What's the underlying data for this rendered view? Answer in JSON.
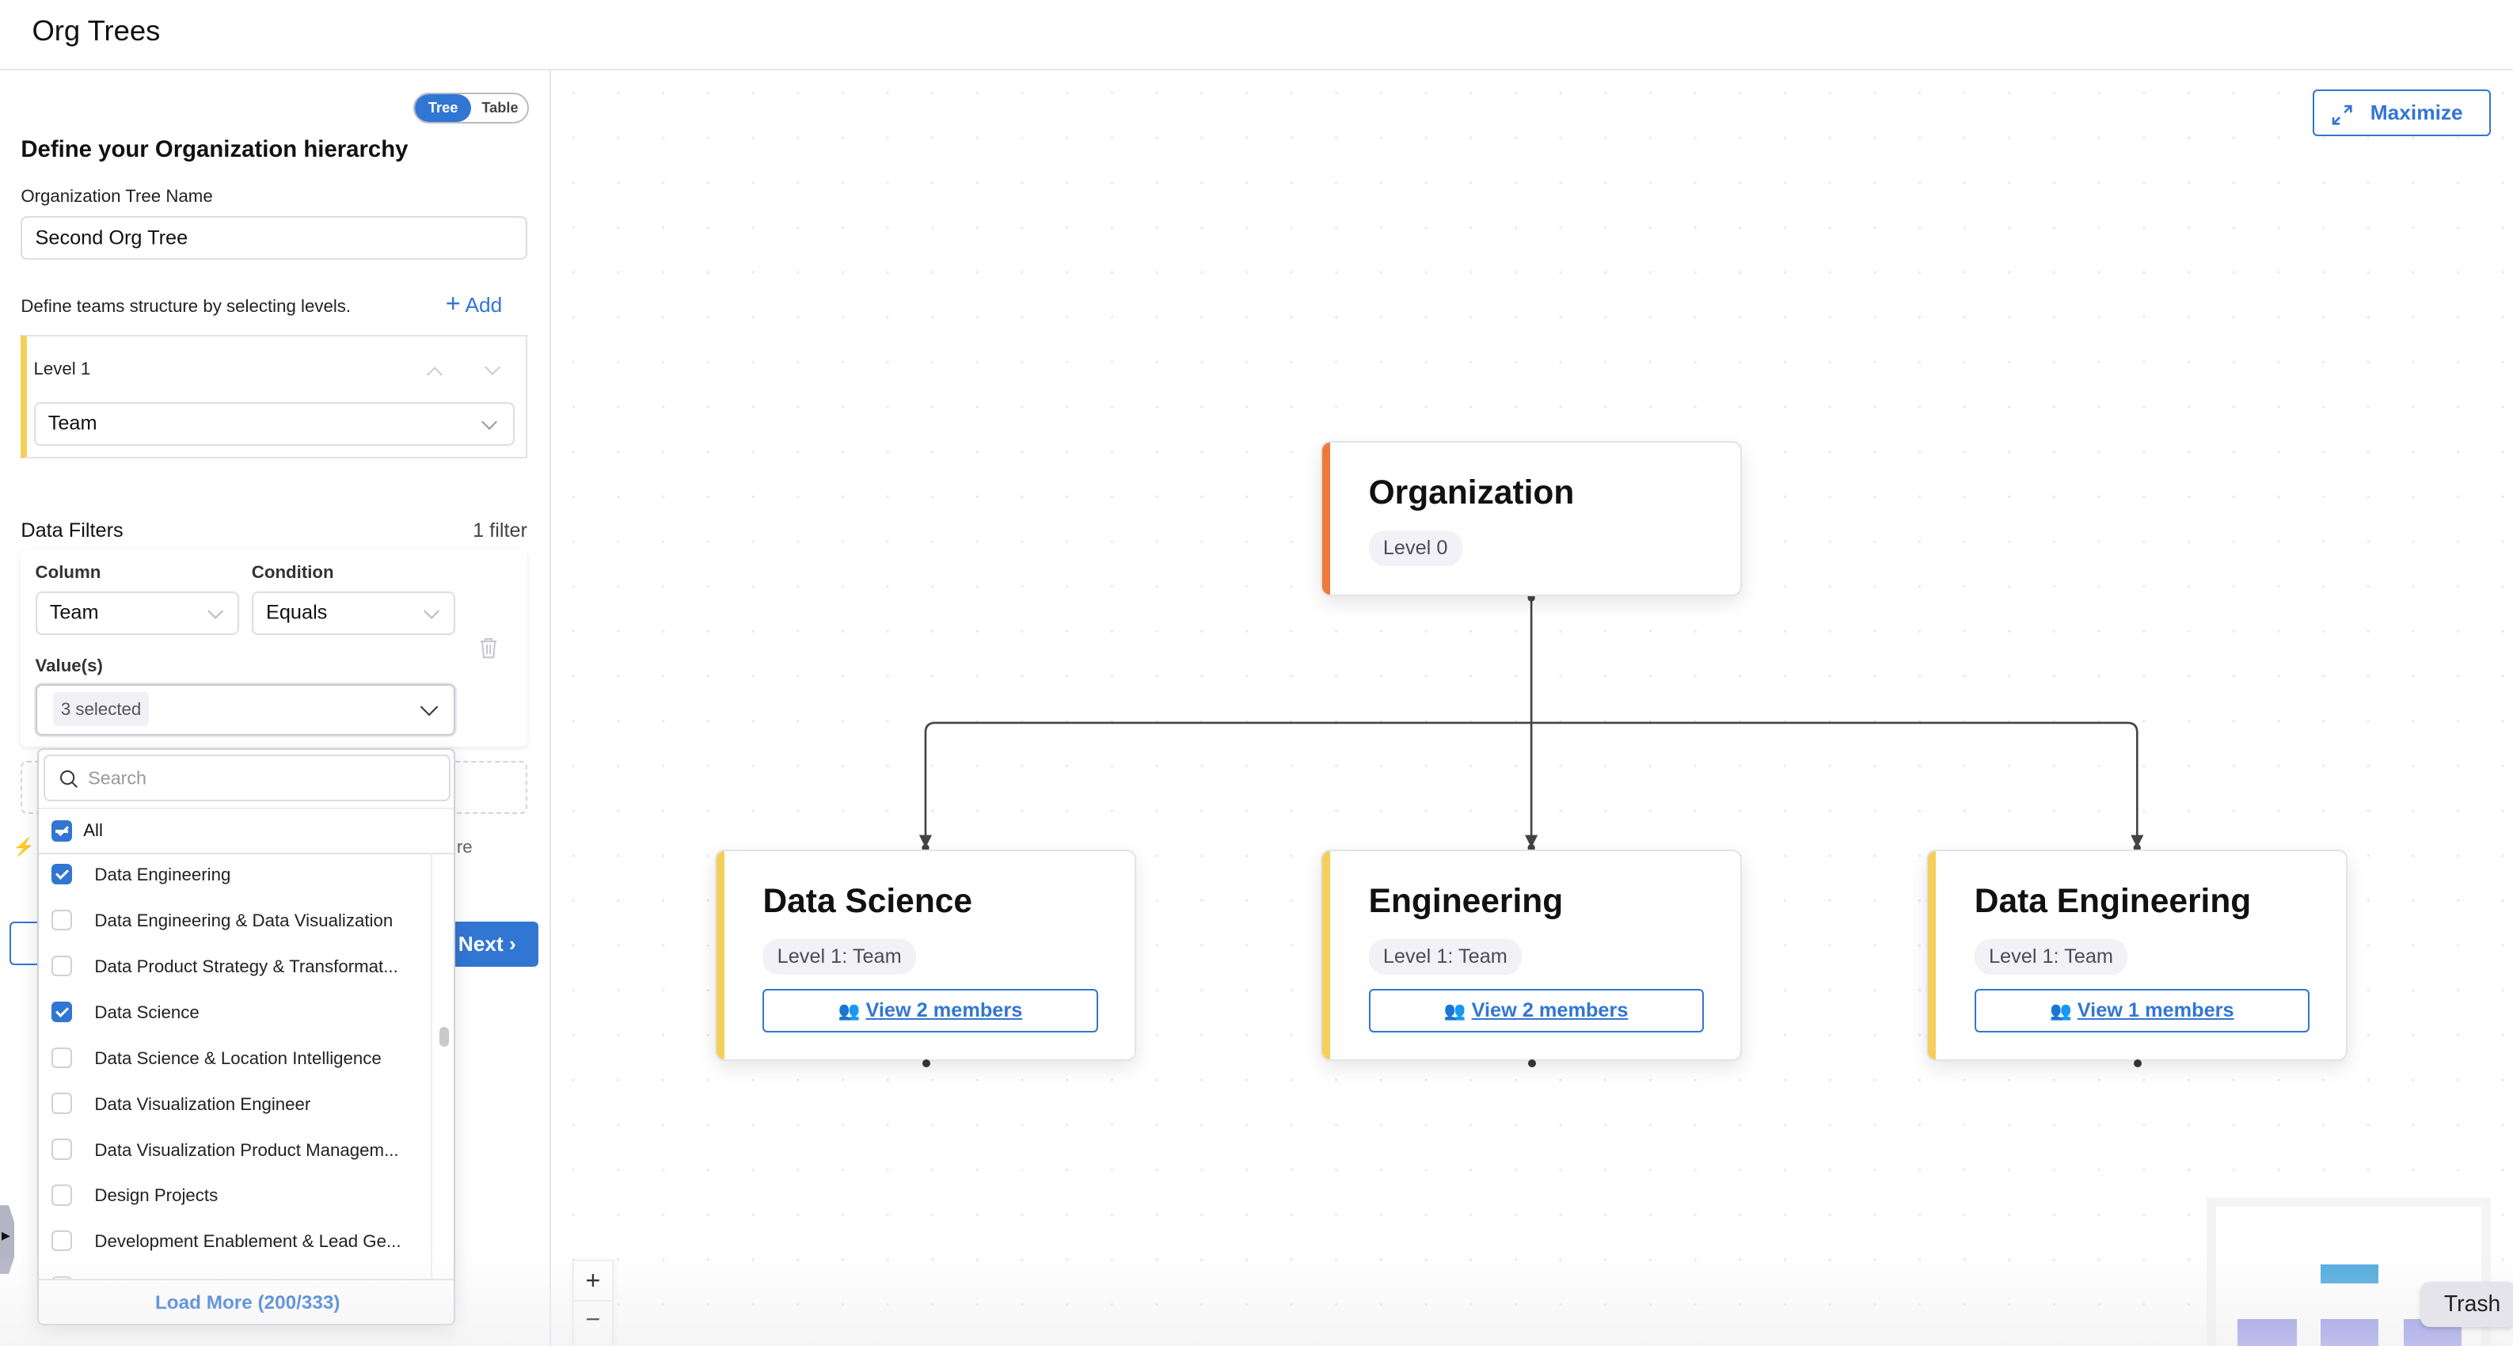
{
  "header": {
    "title": "Org Trees"
  },
  "left": {
    "view_toggle": {
      "tree": "Tree",
      "table": "Table",
      "active": "Tree"
    },
    "heading": "Define your Organization hierarchy",
    "tree_name_label": "Organization Tree Name",
    "tree_name_value": "Second Org Tree",
    "levels_hint": "Define teams structure by selecting levels.",
    "add_label": "Add",
    "level": {
      "label": "Level 1",
      "value": "Team"
    },
    "filters_title": "Data Filters",
    "filters_count": "1 filter",
    "filter": {
      "column_label": "Column",
      "column_value": "Team",
      "condition_label": "Condition",
      "condition_value": "Equals",
      "values_label": "Value(s)",
      "values_chip": "3 selected"
    },
    "hidden_text": "re",
    "next_label": "Next",
    "dropdown": {
      "search_placeholder": "Search",
      "all_label": "All",
      "items": [
        {
          "label": "Data Engineering",
          "checked": true
        },
        {
          "label": "Data Engineering & Data Visualization",
          "checked": false
        },
        {
          "label": "Data Product Strategy & Transformat...",
          "checked": false
        },
        {
          "label": "Data Science",
          "checked": true
        },
        {
          "label": "Data Science & Location Intelligence",
          "checked": false
        },
        {
          "label": "Data Visualization Engineer",
          "checked": false
        },
        {
          "label": "Data Visualization Product Managem...",
          "checked": false
        },
        {
          "label": "Design Projects",
          "checked": false
        },
        {
          "label": "Development Enablement & Lead Ge...",
          "checked": false
        }
      ],
      "load_more": "Load More (200/333)"
    }
  },
  "canvas": {
    "maximize_label": "Maximize",
    "root": {
      "title": "Organization",
      "badge": "Level 0",
      "accent": "#ee7a3a"
    },
    "children": [
      {
        "title": "Data Science",
        "badge": "Level 1: Team",
        "members": "View 2 members",
        "accent": "#f5cf5a"
      },
      {
        "title": "Engineering",
        "badge": "Level 1: Team",
        "members": "View 2 members",
        "accent": "#f5cf5a"
      },
      {
        "title": "Data Engineering",
        "badge": "Level 1: Team",
        "members": "View 1 members",
        "accent": "#f5cf5a"
      }
    ],
    "zoom_in": "+",
    "zoom_out": "−",
    "tooltip": "Trash"
  },
  "colors": {
    "primary": "#3276d3",
    "level_accent": "#f5cf5a",
    "minimap_root": "#4ba9dd",
    "minimap_child": "#9293e6"
  }
}
